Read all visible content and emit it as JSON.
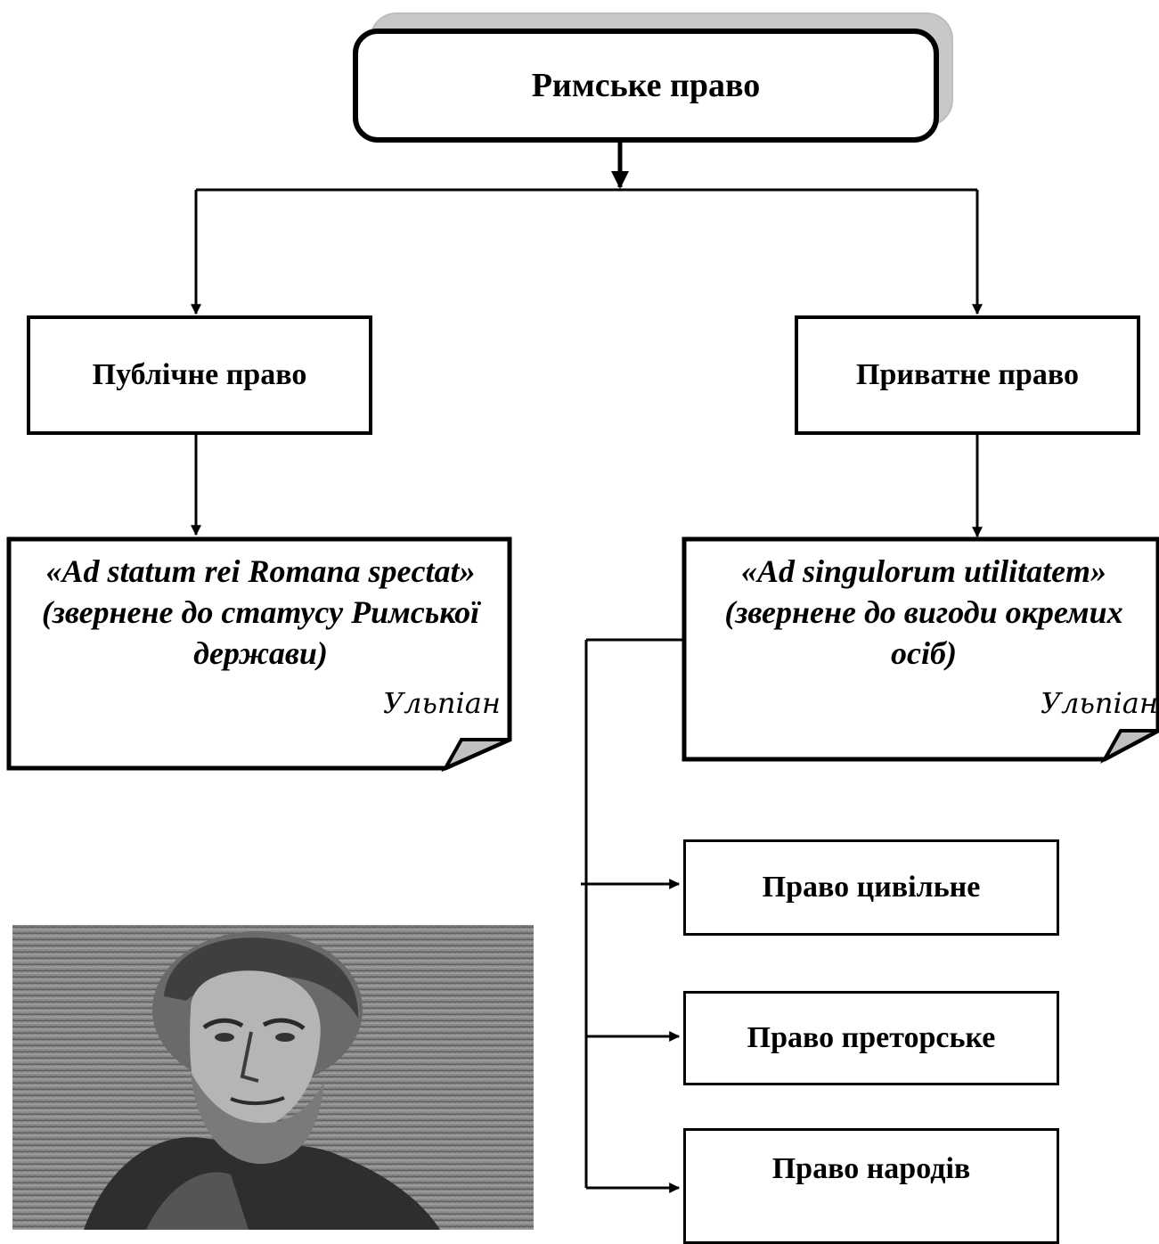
{
  "root": {
    "label": "Римське право"
  },
  "branches": {
    "public": {
      "label": "Публічне право",
      "quote": "«Ad statum rei Romana spectat»",
      "translation": "(звернене до статусу Римської держави)",
      "author": "Ульпіан"
    },
    "private": {
      "label": "Приватне право",
      "quote": "«Ad singulorum utilitatem»",
      "translation": "(звернене до вигоди окремих осіб)",
      "author": "Ульпіан",
      "subdivisions": [
        "Право цивільне",
        "Право преторське",
        "Право народів"
      ]
    }
  },
  "colors": {
    "stroke": "#000000",
    "note_fold": "#c0c0c0",
    "shadow": "#c8c8c8"
  },
  "portrait": {
    "icon": "ulpian-portrait-engraving"
  }
}
